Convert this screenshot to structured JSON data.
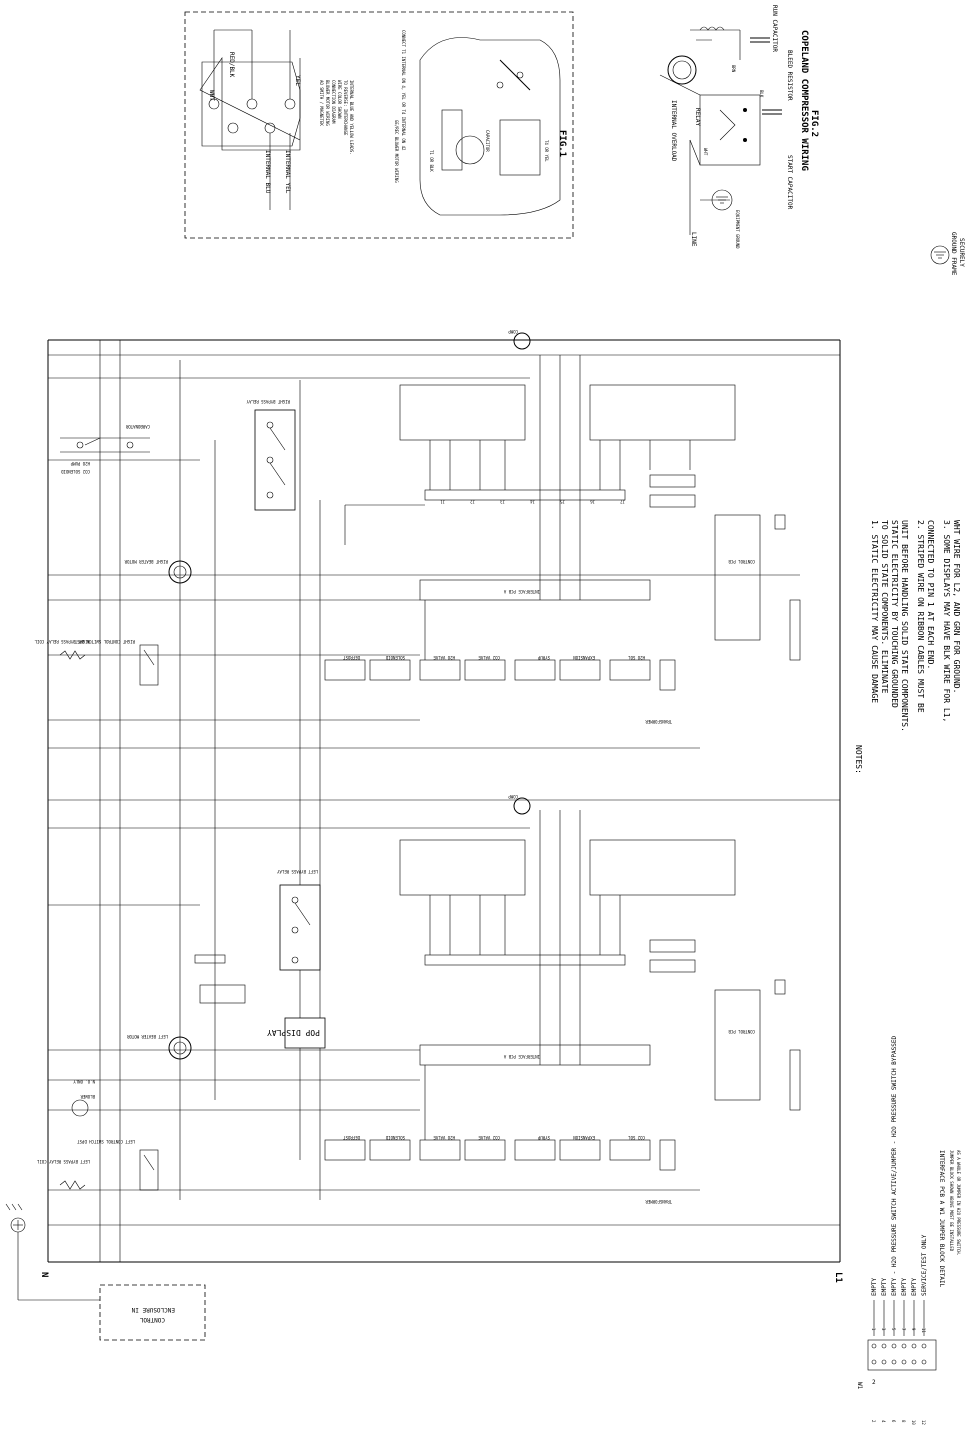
{
  "fig1": {
    "label": "FIG.1",
    "ao_note_1": "AO SMITH / MAGNETEK",
    "ao_note_2": "BLOWER MOTOR WIRING",
    "ao_note_3": "CONNECTION DIAGRAM",
    "ao_note_4": "WIRE COLOR SHOWN",
    "ao_note_5": "TO REVERSE: INTERCHANGE",
    "ao_note_6": "INTERNAL BLUE AND YELLOW LEADS.",
    "ge_note_1": "GE/REC BLOWER MOTOR WIRING",
    "ge_note_2": "CONNECT T1 INTERNAL ON 4, YEL OR T4 INTERNAL ON 42",
    "wire_wht": "WHT",
    "wire_red_blk": "RED/BLK",
    "wire_yel": "YEL",
    "int_blu": "INTERNAL BLU",
    "int_yel": "INTERNAL YEL",
    "t1_blk": "T1 OR BLK",
    "t4_yel": "T4 OR YEL",
    "capacitor": "CAPACITOR"
  },
  "fig2": {
    "title": "COPELAND COMPRESSOR WIRING",
    "label": "FIG.2",
    "run_cap": "RUN CAPACITOR",
    "bleed": "BLEED RESISTOR",
    "start_cap": "START CAPACITOR",
    "overload": "INTERNAL OVERLOAD",
    "relay": "RELAY",
    "line": "LINE",
    "equip_ground": "EQUIPMENT GROUND",
    "frame_ground_1": "GROUND FRAME",
    "frame_ground_2": "SECURELY",
    "wire_wht": "WHT",
    "wire_brn": "BRN",
    "wire_blk": "BLK"
  },
  "notes": {
    "title": "NOTES:",
    "n1a": "1.  STATIC ELECTRICITY MAY CAUSE DAMAGE",
    "n1b": "TO SOLID STATE COMPONENTS. ELIMINATE",
    "n1c": "STATIC ELECTRICITY BY TOUCHING GROUNDED",
    "n1d": "UNIT BEFORE HANDLING SOLID STATE COMPONENTS.",
    "n2a": "2.  STRIPED WIRE ON RIBBON CABLES MUST BE",
    "n2b": "CONNECTED TO PIN 1 AT EACH END.",
    "n3a": "3.  SOME DISPLAYS MAY HAVE BLK WIRE FOR L1,",
    "n3b": "WHT WIRE FOR L2, AND GRN FOR GROUND."
  },
  "jumper": {
    "title": "INTERFACE PCB A  W1 JUMPER BLOCK DETAIL",
    "sub1": "JUMPER BLOCK SHOWN ABOVE MUST BE INSTALLED",
    "sub2": "AS A WHOLE OR JUMPER IN H2O PRESSURE SWITCH.",
    "w1": "W1",
    "pins_left": [
      "2",
      "4",
      "6",
      "8",
      "10",
      "12"
    ],
    "pins_right": [
      "1",
      "3",
      "5",
      "7",
      "9",
      "11"
    ],
    "rows": [
      "EMPTY",
      "EMPTY",
      "EMPTY - H2O PRESSURE SWITCH ACTIVE/JUMPER - H2O PRESSURE SWITCH BYPASSED",
      "EMPTY",
      "EMPTY",
      "SERVICE/TEST ONLY"
    ]
  },
  "main": {
    "l1": "L1",
    "n": "N",
    "control_enclosure_1": "CONTROL",
    "control_enclosure_2": "ENCLOSURE IN",
    "h2o_pump": "H2O PUMP",
    "co2_solenoid": "CO2 SOLENOID",
    "carbonator": "CARBONATOR",
    "right_bypass_relay": "RIGHT BYPASS RELAY",
    "right_control_switch": "RIGHT CONTROL SWITCH DPST",
    "right_relay_coil": "RIGHT BYPASS RELAY COIL",
    "right_beater": "RIGHT BEATER MOTOR",
    "left_bypass_relay": "LEFT BYPASS RELAY",
    "left_control_switch": "LEFT CONTROL SWITCH DPST",
    "left_relay_coil": "LEFT BYPASS RELAY COIL",
    "left_beater": "LEFT BEATER MOTOR",
    "blower": "BLOWER",
    "blower_nc": "N.O. ONLY",
    "pop_display": "POP DISPLAY",
    "compressor": "COMP",
    "transformer": "TRANSFORMER",
    "interface_pcb": "INTERFACE PCB A",
    "control_pcb": "CONTROL PCB",
    "j_labels": [
      "J1",
      "J2",
      "J3",
      "J4",
      "J5",
      "J6",
      "J7"
    ],
    "valves": [
      "DEFROST",
      "SOLENOID",
      "H2O VALVE",
      "CO2 VALVE",
      "SYRUP",
      "EXPANSION",
      "H2O SOL",
      "CO2 SOL"
    ]
  }
}
